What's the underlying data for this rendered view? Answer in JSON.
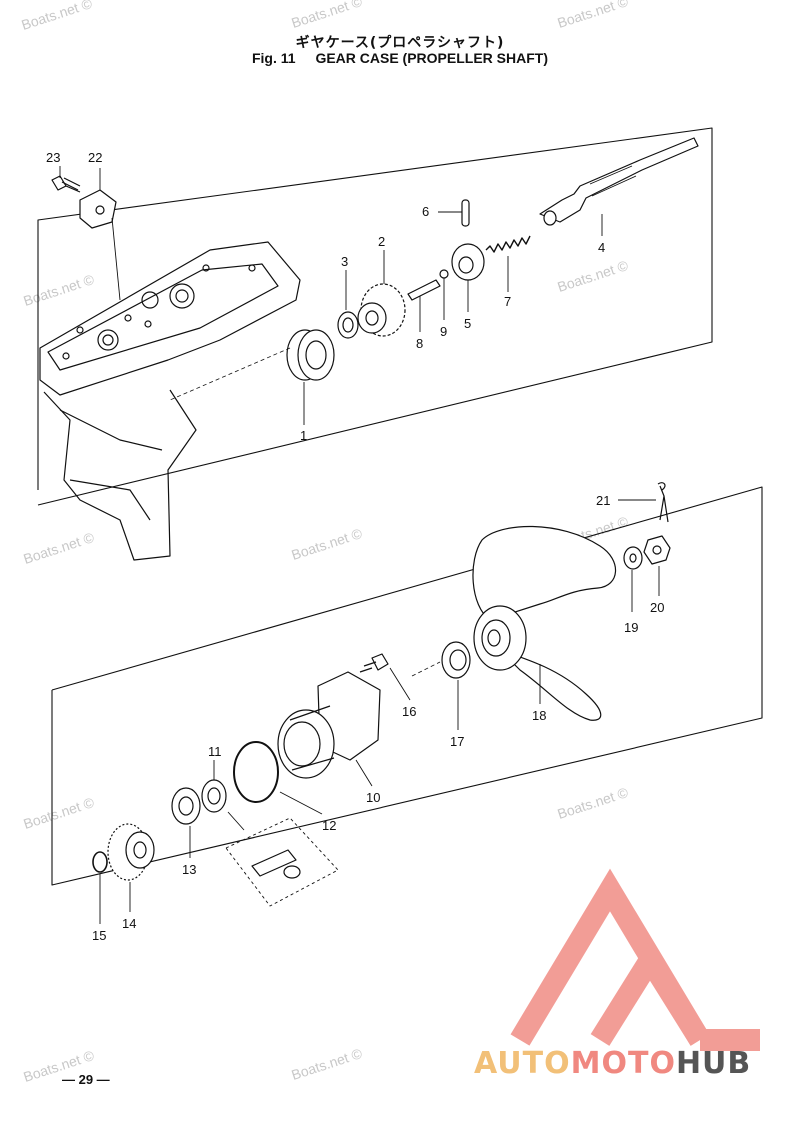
{
  "header": {
    "title_jp": "ギヤケース(プロペラシャフト)",
    "fig_label": "Fig. 11",
    "title_en": "GEAR CASE (PROPELLER SHAFT)"
  },
  "watermark": "Boats.net ©",
  "page_number": "— 29 —",
  "logo": {
    "part1": "AUTO",
    "part2": "MOTO",
    "part3": "HUB",
    "color_primary": "#f08880",
    "color_secondary": "#f2c078"
  },
  "part_labels": {
    "p1": "1",
    "p2": "2",
    "p3": "3",
    "p4": "4",
    "p5": "5",
    "p6": "6",
    "p7": "7",
    "p8": "8",
    "p9": "9",
    "p10": "10",
    "p11": "11",
    "p12": "12",
    "p13": "13",
    "p14": "14",
    "p15": "15",
    "p16": "16",
    "p17": "17",
    "p18": "18",
    "p19": "19",
    "p20": "20",
    "p21": "21",
    "p22": "22",
    "p23": "23"
  }
}
